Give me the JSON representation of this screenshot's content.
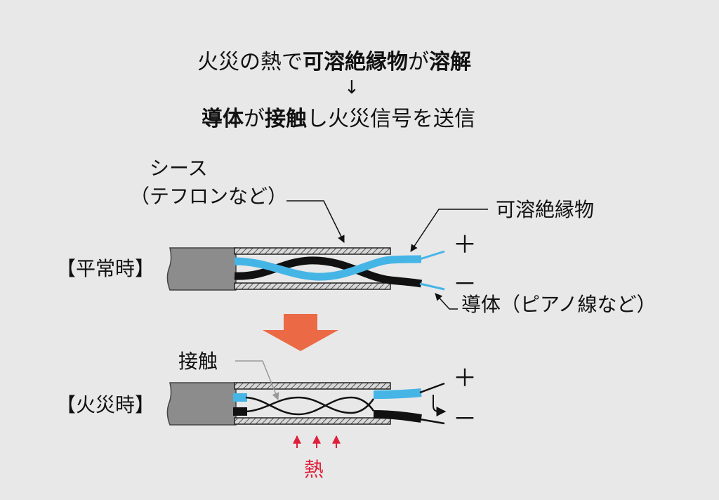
{
  "header": {
    "line1_a": "火災の熱で",
    "line1_b": "可溶絶縁物",
    "line1_c": "が",
    "line1_d": "溶解",
    "arrow": "↓",
    "line2_a": "導体",
    "line2_b": "が",
    "line2_c": "接触",
    "line2_d": "し火災信号を送信"
  },
  "labels": {
    "sheath_1": "シース",
    "sheath_2": "（テフロンなど）",
    "insulator": "可溶絶縁物",
    "conductor": "導体（ピアノ線など）",
    "contact": "接触",
    "heat": "熱"
  },
  "states": {
    "normal": "【平常時】",
    "fire": "【火災時】"
  },
  "signs": {
    "plus_top": "＋",
    "minus_top": "－",
    "plus_bottom": "＋",
    "minus_bottom": "－"
  },
  "colors": {
    "background": "#e8e8e8",
    "blue_wire": "#45b5e6",
    "black_wire": "#111111",
    "cable_gray": "#8c8c8c",
    "orange_arrow": "#eb6a45",
    "heat_red": "#e0203a"
  }
}
